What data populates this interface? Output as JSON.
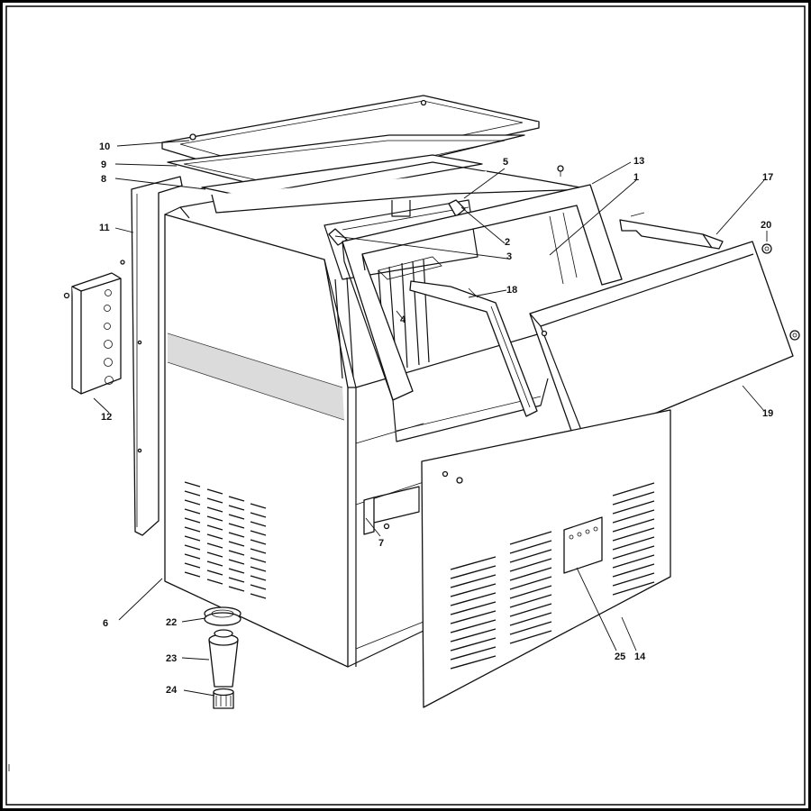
{
  "diagram": {
    "callouts": [
      "1",
      "2",
      "3",
      "4",
      "5",
      "6",
      "7",
      "8",
      "9",
      "10",
      "11",
      "12",
      "13",
      "14",
      "17",
      "18",
      "19",
      "20",
      "22",
      "23",
      "24",
      "25"
    ]
  },
  "colors": {
    "line": "#111111",
    "paper": "#ffffff",
    "frame": "#000000"
  }
}
